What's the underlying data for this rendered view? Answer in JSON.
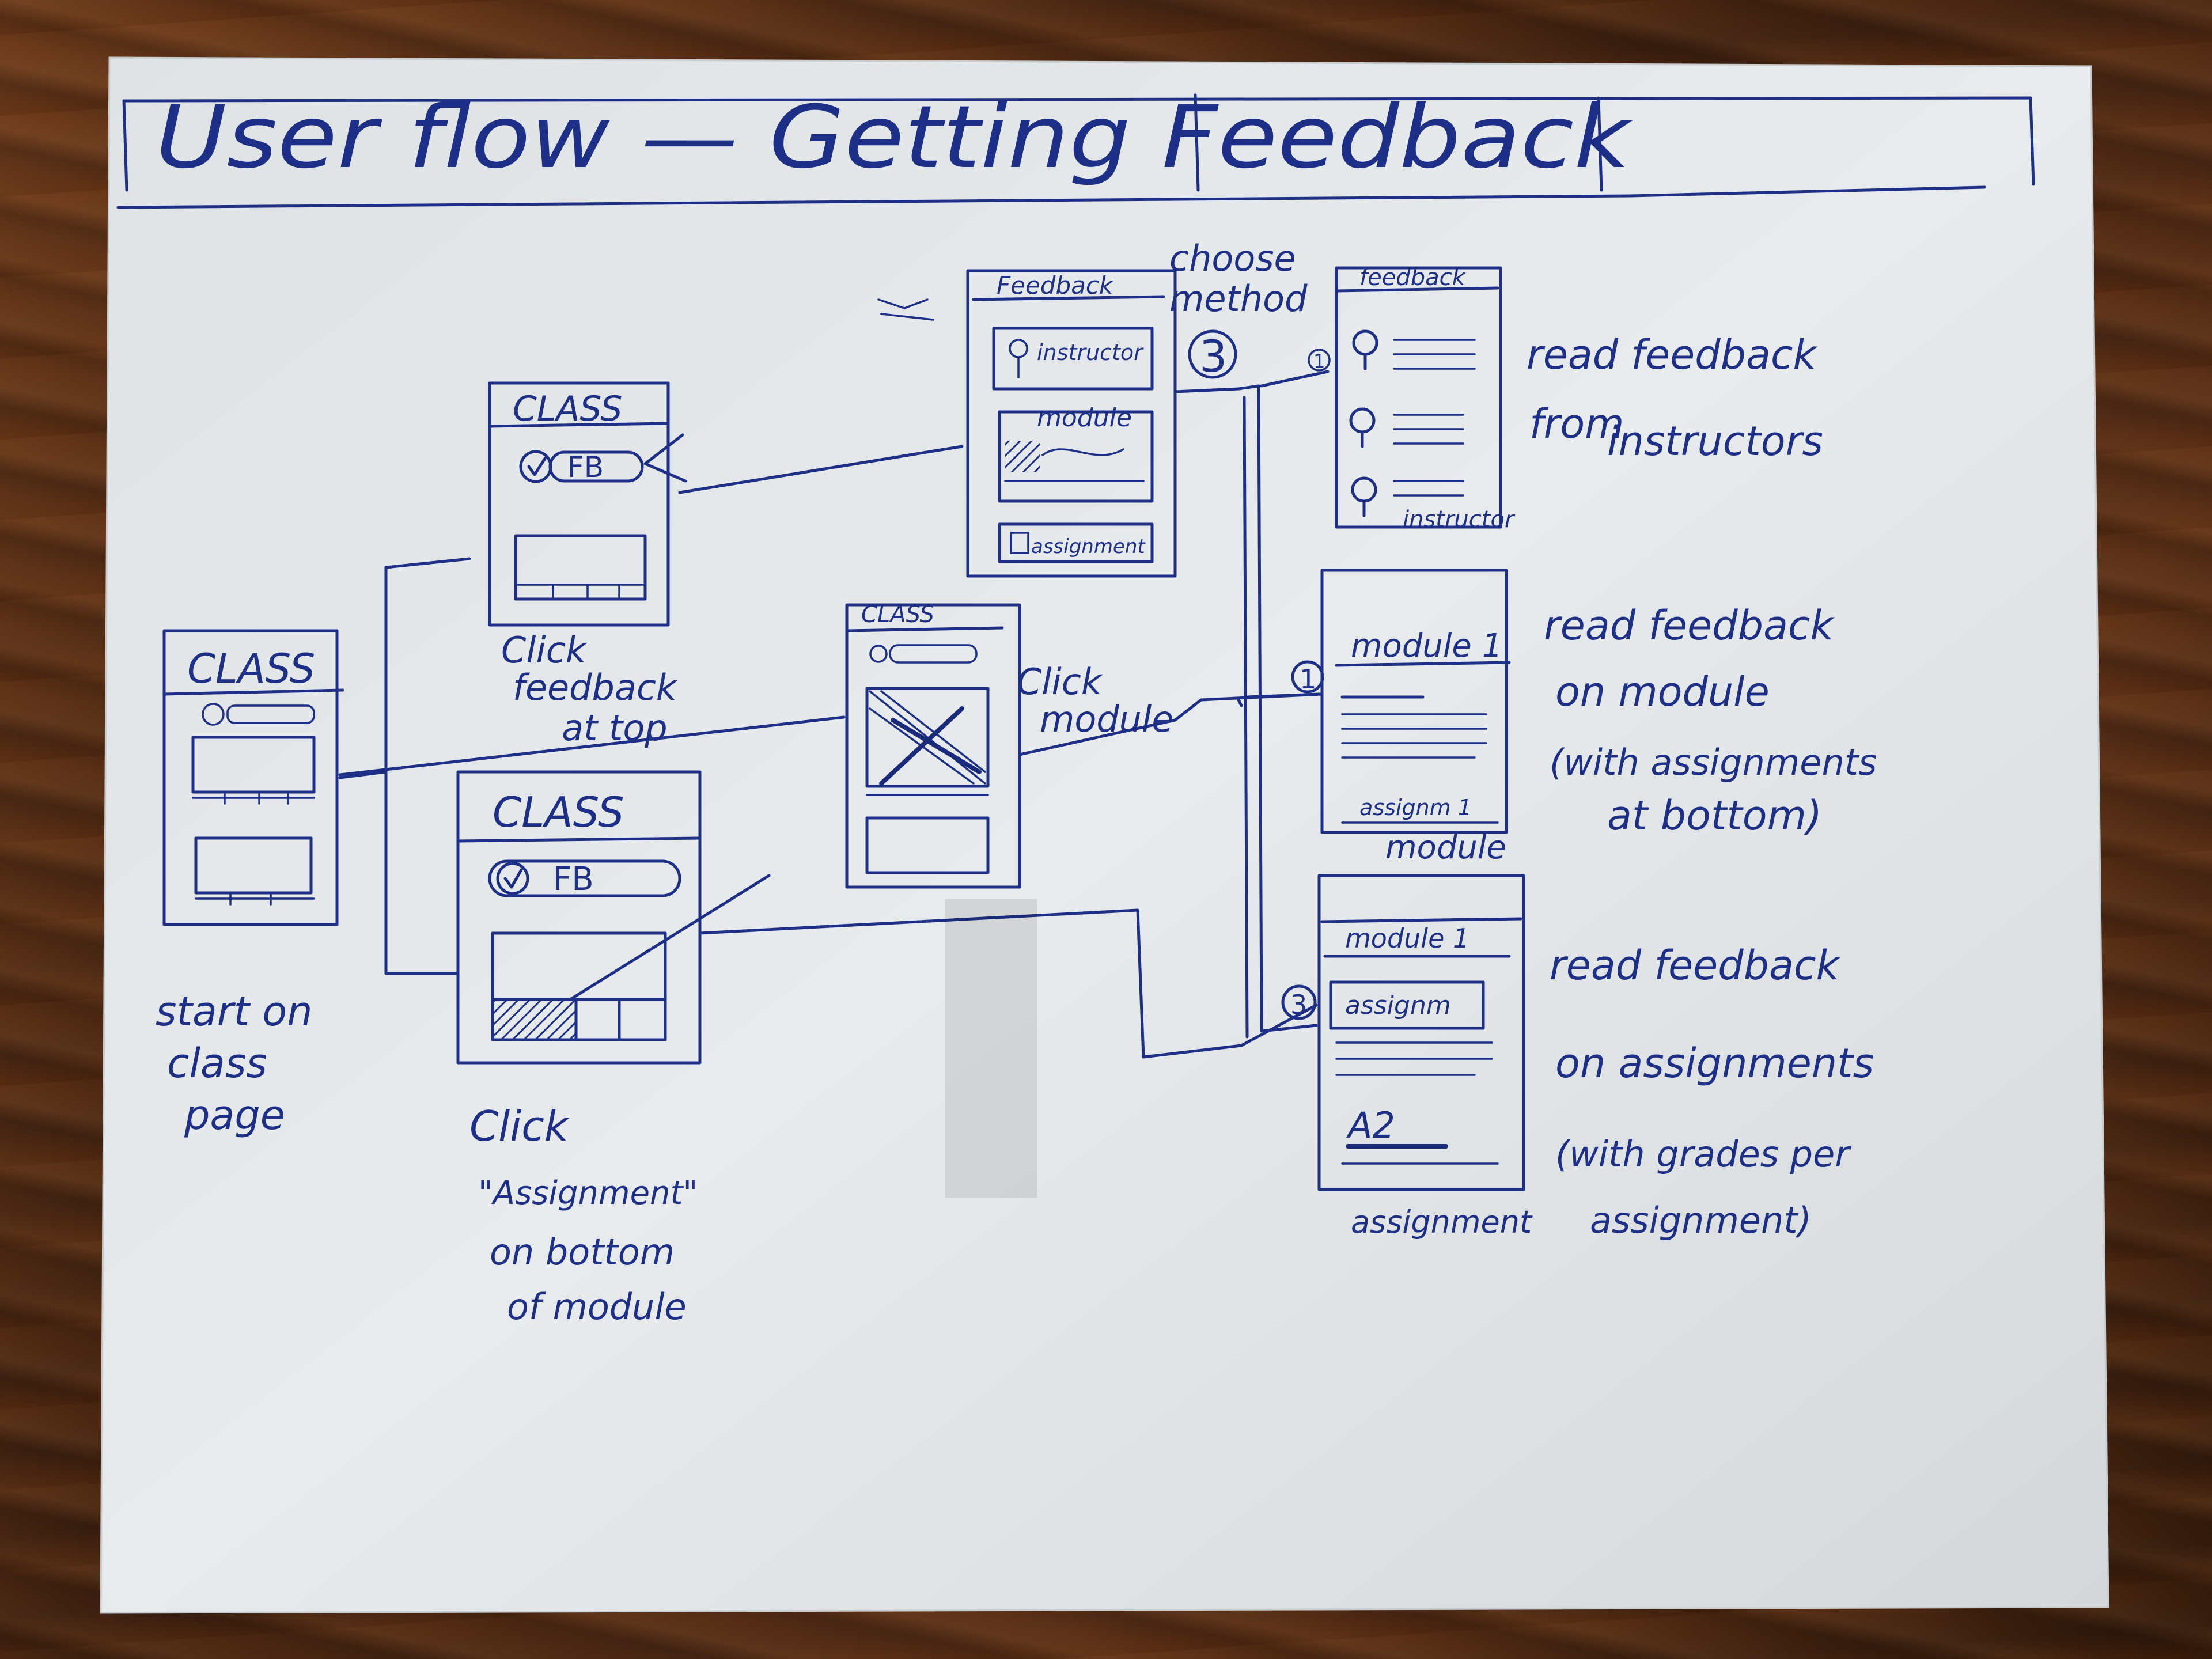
{
  "title": "User flow — Getting Feedback",
  "screens": {
    "start": {
      "header": "CLASS"
    },
    "feedback_top": {
      "header": "CLASS",
      "pill": "FB"
    },
    "assignment_bottom": {
      "header": "CLASS",
      "pill": "FB"
    },
    "module_click": {
      "header": "CLASS"
    },
    "choose_method": {
      "header": "Feedback",
      "items": [
        "instructor",
        "module",
        "assignment"
      ]
    },
    "instructor_result": {
      "header": "feedback",
      "footer": "instructor"
    },
    "module_result": {
      "header": "module 1",
      "footer": "assignm 1",
      "below": "module"
    },
    "assignment_result": {
      "header": "module 1",
      "row": "assignm",
      "grade": "A2",
      "below": "assignment"
    }
  },
  "badges": {
    "three": "3",
    "one": "1"
  },
  "annotations": {
    "start": [
      "start on",
      "class",
      "page"
    ],
    "feedback_top": [
      "Click",
      "feedback",
      "at top"
    ],
    "assignment_bottom": [
      "Click",
      "\"Assignment\"",
      "on bottom",
      "of module"
    ],
    "module_click": [
      "Click",
      "module"
    ],
    "choose_method": [
      "choose",
      "method"
    ],
    "read_instructor": [
      "read feedback",
      "from",
      "instructors"
    ],
    "read_module": [
      "read feedback",
      "on module",
      "(with assignments",
      "at bottom)"
    ],
    "read_assignment": [
      "read feedback",
      "on assignments",
      "(with grades per",
      "assignment)"
    ]
  }
}
